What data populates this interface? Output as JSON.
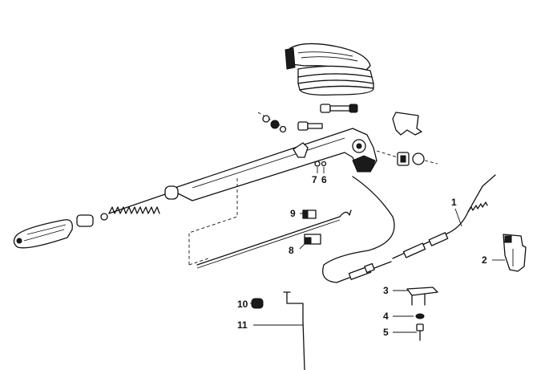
{
  "callouts": {
    "p1": "1",
    "p2": "2",
    "p3": "3",
    "p4": "4",
    "p5": "5",
    "p6": "6",
    "p7": "7",
    "p8": "8",
    "p9": "9",
    "p10": "10",
    "p11": "11"
  },
  "colors": {
    "ink": "#111111",
    "paper": "#ffffff"
  }
}
